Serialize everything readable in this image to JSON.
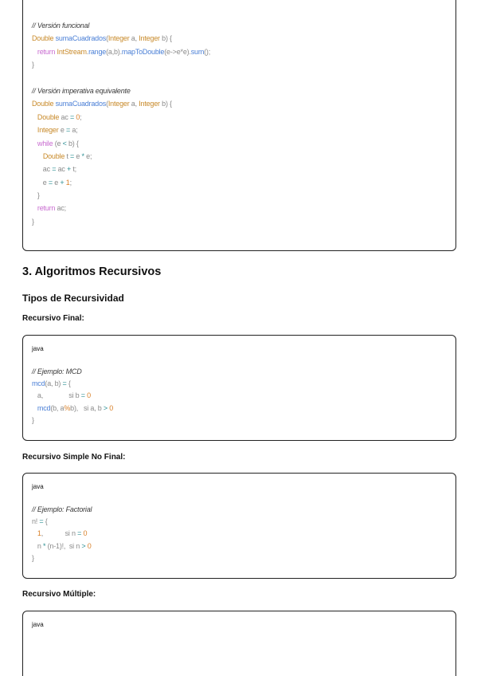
{
  "code_block_1": {
    "lines": [
      [
        {
          "t": "cmt",
          "v": "// Versión funcional"
        }
      ],
      [
        {
          "t": "ty",
          "v": "Double "
        },
        {
          "t": "fn",
          "v": "sumaCuadrados"
        },
        {
          "t": "tx",
          "v": "("
        },
        {
          "t": "ty",
          "v": "Integer"
        },
        {
          "t": "tx",
          "v": " a, "
        },
        {
          "t": "ty",
          "v": "Integer"
        },
        {
          "t": "tx",
          "v": " b) {"
        }
      ],
      [
        {
          "t": "tx",
          "v": "   "
        },
        {
          "t": "kw",
          "v": "return "
        },
        {
          "t": "ty",
          "v": "IntStream"
        },
        {
          "t": "tx",
          "v": "."
        },
        {
          "t": "fn",
          "v": "range"
        },
        {
          "t": "tx",
          "v": "(a,b)."
        },
        {
          "t": "fn",
          "v": "mapToDouble"
        },
        {
          "t": "tx",
          "v": "(e->e*e)."
        },
        {
          "t": "fn",
          "v": "sum"
        },
        {
          "t": "tx",
          "v": "();"
        }
      ],
      [
        {
          "t": "tx",
          "v": "}"
        }
      ],
      [],
      [
        {
          "t": "cmt",
          "v": "// Versión imperativa equivalente"
        }
      ],
      [
        {
          "t": "ty",
          "v": "Double "
        },
        {
          "t": "fn",
          "v": "sumaCuadrados"
        },
        {
          "t": "tx",
          "v": "("
        },
        {
          "t": "ty",
          "v": "Integer"
        },
        {
          "t": "tx",
          "v": " a, "
        },
        {
          "t": "ty",
          "v": "Integer"
        },
        {
          "t": "tx",
          "v": " b) {"
        }
      ],
      [
        {
          "t": "tx",
          "v": "   "
        },
        {
          "t": "ty",
          "v": "Double"
        },
        {
          "t": "tx",
          "v": " ac "
        },
        {
          "t": "op",
          "v": "="
        },
        {
          "t": "tx",
          "v": " "
        },
        {
          "t": "num",
          "v": "0"
        },
        {
          "t": "tx",
          "v": ";"
        }
      ],
      [
        {
          "t": "tx",
          "v": "   "
        },
        {
          "t": "ty",
          "v": "Integer"
        },
        {
          "t": "tx",
          "v": " e "
        },
        {
          "t": "op",
          "v": "="
        },
        {
          "t": "tx",
          "v": " a;"
        }
      ],
      [
        {
          "t": "tx",
          "v": "   "
        },
        {
          "t": "kw",
          "v": "while"
        },
        {
          "t": "tx",
          "v": " (e "
        },
        {
          "t": "op",
          "v": "<"
        },
        {
          "t": "tx",
          "v": " b) {"
        }
      ],
      [
        {
          "t": "tx",
          "v": "      "
        },
        {
          "t": "ty",
          "v": "Double"
        },
        {
          "t": "tx",
          "v": " t "
        },
        {
          "t": "op",
          "v": "="
        },
        {
          "t": "tx",
          "v": " e "
        },
        {
          "t": "op",
          "v": "*"
        },
        {
          "t": "tx",
          "v": " e;"
        }
      ],
      [
        {
          "t": "tx",
          "v": "      ac "
        },
        {
          "t": "op",
          "v": "="
        },
        {
          "t": "tx",
          "v": " ac "
        },
        {
          "t": "op",
          "v": "+"
        },
        {
          "t": "tx",
          "v": " t;"
        }
      ],
      [
        {
          "t": "tx",
          "v": "      e "
        },
        {
          "t": "op",
          "v": "="
        },
        {
          "t": "tx",
          "v": " e "
        },
        {
          "t": "op",
          "v": "+"
        },
        {
          "t": "tx",
          "v": " "
        },
        {
          "t": "num",
          "v": "1"
        },
        {
          "t": "tx",
          "v": ";"
        }
      ],
      [
        {
          "t": "tx",
          "v": "   }"
        }
      ],
      [
        {
          "t": "tx",
          "v": "   "
        },
        {
          "t": "kw",
          "v": "return"
        },
        {
          "t": "tx",
          "v": " ac;"
        }
      ],
      [
        {
          "t": "tx",
          "v": "}"
        }
      ]
    ]
  },
  "section": {
    "title": "3. Algoritmos Recursivos"
  },
  "subsection": {
    "title": "Tipos de Recursividad"
  },
  "recursivo_final": {
    "heading": "Recursivo Final:",
    "lang": "java",
    "lines": [
      [
        {
          "t": "cmt",
          "v": "// Ejemplo: MCD"
        }
      ],
      [
        {
          "t": "fn",
          "v": "mcd"
        },
        {
          "t": "tx",
          "v": "(a, b) "
        },
        {
          "t": "op",
          "v": "="
        },
        {
          "t": "tx",
          "v": " {"
        }
      ],
      [
        {
          "t": "tx",
          "v": "   a,              si b "
        },
        {
          "t": "op",
          "v": "="
        },
        {
          "t": "tx",
          "v": " "
        },
        {
          "t": "num",
          "v": "0"
        }
      ],
      [
        {
          "t": "tx",
          "v": "   "
        },
        {
          "t": "fn",
          "v": "mcd"
        },
        {
          "t": "tx",
          "v": "(b, a"
        },
        {
          "t": "num",
          "v": "%"
        },
        {
          "t": "tx",
          "v": "b),   si a, b "
        },
        {
          "t": "op",
          "v": ">"
        },
        {
          "t": "tx",
          "v": " "
        },
        {
          "t": "num",
          "v": "0"
        }
      ],
      [
        {
          "t": "tx",
          "v": "}"
        }
      ]
    ]
  },
  "recursivo_simple": {
    "heading": "Recursivo Simple No Final:",
    "lang": "java",
    "lines": [
      [
        {
          "t": "cmt",
          "v": "// Ejemplo: Factorial"
        }
      ],
      [
        {
          "t": "tx",
          "v": "n! "
        },
        {
          "t": "op",
          "v": "="
        },
        {
          "t": "tx",
          "v": " {"
        }
      ],
      [
        {
          "t": "tx",
          "v": "   "
        },
        {
          "t": "num",
          "v": "1"
        },
        {
          "t": "tx",
          "v": ",            si n "
        },
        {
          "t": "op",
          "v": "="
        },
        {
          "t": "tx",
          "v": " "
        },
        {
          "t": "num",
          "v": "0"
        }
      ],
      [
        {
          "t": "tx",
          "v": "   n "
        },
        {
          "t": "op",
          "v": "*"
        },
        {
          "t": "tx",
          "v": " (n-1)!,  si n "
        },
        {
          "t": "op",
          "v": ">"
        },
        {
          "t": "tx",
          "v": " "
        },
        {
          "t": "num",
          "v": "0"
        }
      ],
      [
        {
          "t": "tx",
          "v": "}"
        }
      ]
    ]
  },
  "recursivo_multiple": {
    "heading": "Recursivo Múltiple:",
    "lang": "java"
  },
  "colors": {
    "comment": "#3a3a3a",
    "keyword": "#c86bd0",
    "type": "#c88a2a",
    "function": "#4a7fd6",
    "operator": "#2b8e93",
    "number": "#d9822b",
    "text": "#8a8a8a",
    "border": "#222222"
  }
}
